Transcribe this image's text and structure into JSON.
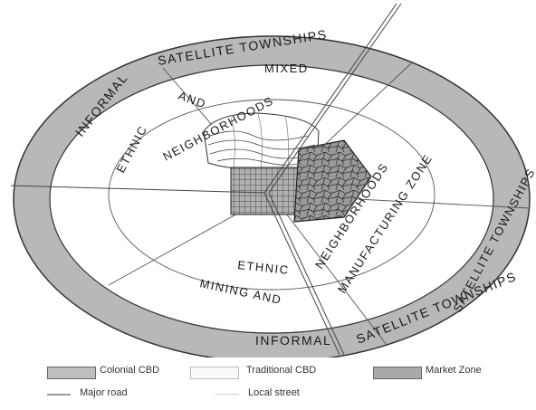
{
  "labels": {
    "outer_top_1": "SATELLITE TOWNSHIPS",
    "outer_top_2": "INFORMAL",
    "outer_bottom_1": "INFORMAL",
    "outer_bottom_2": "SATELLITE TOWNSHIPS",
    "outer_right": "SATELLITE TOWNSHIPS",
    "middle_top": "MIXED",
    "middle_and": "AND",
    "middle_neighborhoods": "NEIGHBORHOODS",
    "middle_ethnic": "ETHNIC",
    "lower_ethnic": "ETHNIC",
    "lower_neighborhoods": "NEIGHBORHOODS",
    "lower_mfg_zone": "MANUFACTURING ZONE",
    "lower_mining": "MINING AND"
  },
  "legend": {
    "colonial_cbd": "Colonial CBD",
    "traditional_cbd": "Traditional CBD",
    "market_zone": "Market Zone",
    "major_road": "Major road",
    "local_street": "Local street"
  },
  "colors": {
    "outer_ring": "#b8b8b8",
    "market_zone": "#9e9e9e",
    "line": "#555555"
  }
}
